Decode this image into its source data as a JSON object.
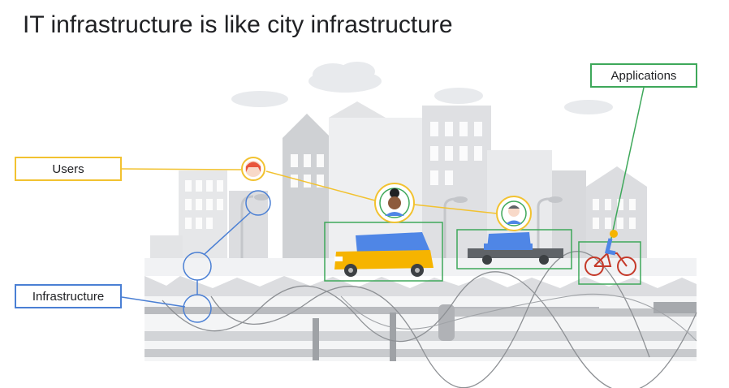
{
  "title": "IT infrastructure is like city infrastructure",
  "labels": {
    "users": "Users",
    "infrastructure": "Infrastructure",
    "applications": "Applications"
  },
  "colors": {
    "users": "#f2c230",
    "infrastructure": "#4a7fd4",
    "applications": "#3ea85a",
    "car": "#4f86e6",
    "car_body": "#f6b400"
  }
}
